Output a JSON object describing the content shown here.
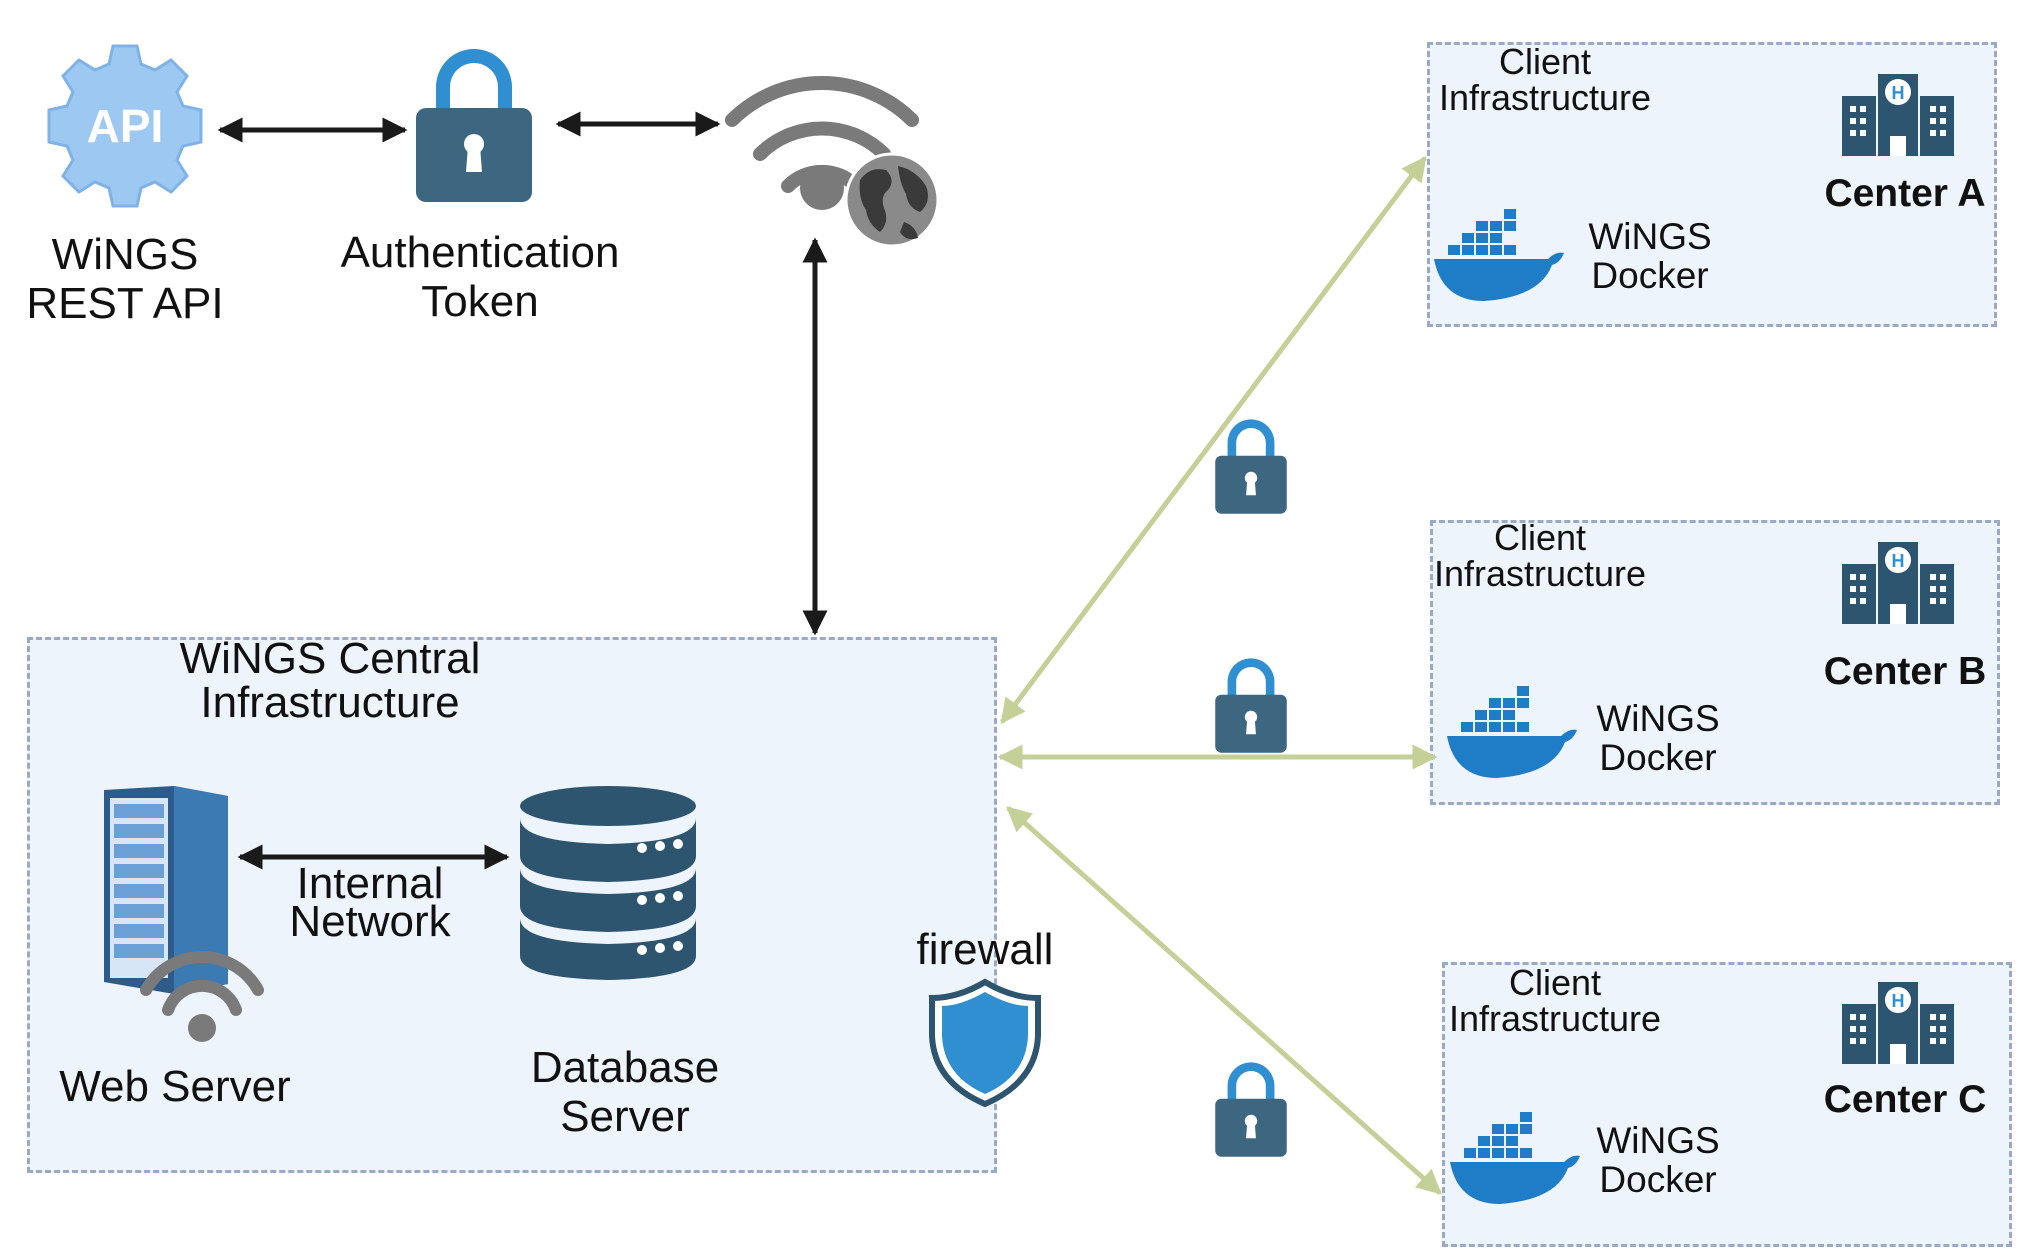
{
  "top": {
    "api_badge": "API",
    "api_label_line1": "WiNGS",
    "api_label_line2": "REST API",
    "auth_label_line1": "Authentication",
    "auth_label_line2": "Token"
  },
  "central": {
    "title_line1": "WiNGS Central",
    "title_line2": "Infrastructure",
    "network_label_line1": "Internal",
    "network_label_line2": "Network",
    "web_server_label": "Web Server",
    "db_label_line1": "Database",
    "db_label_line2": "Server",
    "firewall_label": "firewall"
  },
  "clients": [
    {
      "title_line1": "Client",
      "title_line2": "Infrastructure",
      "center": "Center A",
      "docker_line1": "WiNGS",
      "docker_line2": "Docker"
    },
    {
      "title_line1": "Client",
      "title_line2": "Infrastructure",
      "center": "Center B",
      "docker_line1": "WiNGS",
      "docker_line2": "Docker"
    },
    {
      "title_line1": "Client",
      "title_line2": "Infrastructure",
      "center": "Center C",
      "docker_line1": "WiNGS",
      "docker_line2": "Docker"
    }
  ],
  "colors": {
    "box_fill": "#eef4fc",
    "box_border": "#9aaac4",
    "black_arrow": "#1a1a1a",
    "green_arrow": "#c4d097",
    "lock_body": "#3d6680",
    "lock_shackle": "#2f8fd0",
    "docker_blue": "#1f7dc7",
    "hospital": "#2e5570",
    "api_gear": "#9cc8f2",
    "wifi_gray": "#7a7a7a",
    "firewall_blue": "#2f8fd0"
  },
  "icons": [
    "api-gear-icon",
    "lock-icon",
    "wifi-globe-icon",
    "server-rack-icon",
    "database-icon",
    "firewall-shield-icon",
    "docker-whale-icon",
    "hospital-icon"
  ]
}
